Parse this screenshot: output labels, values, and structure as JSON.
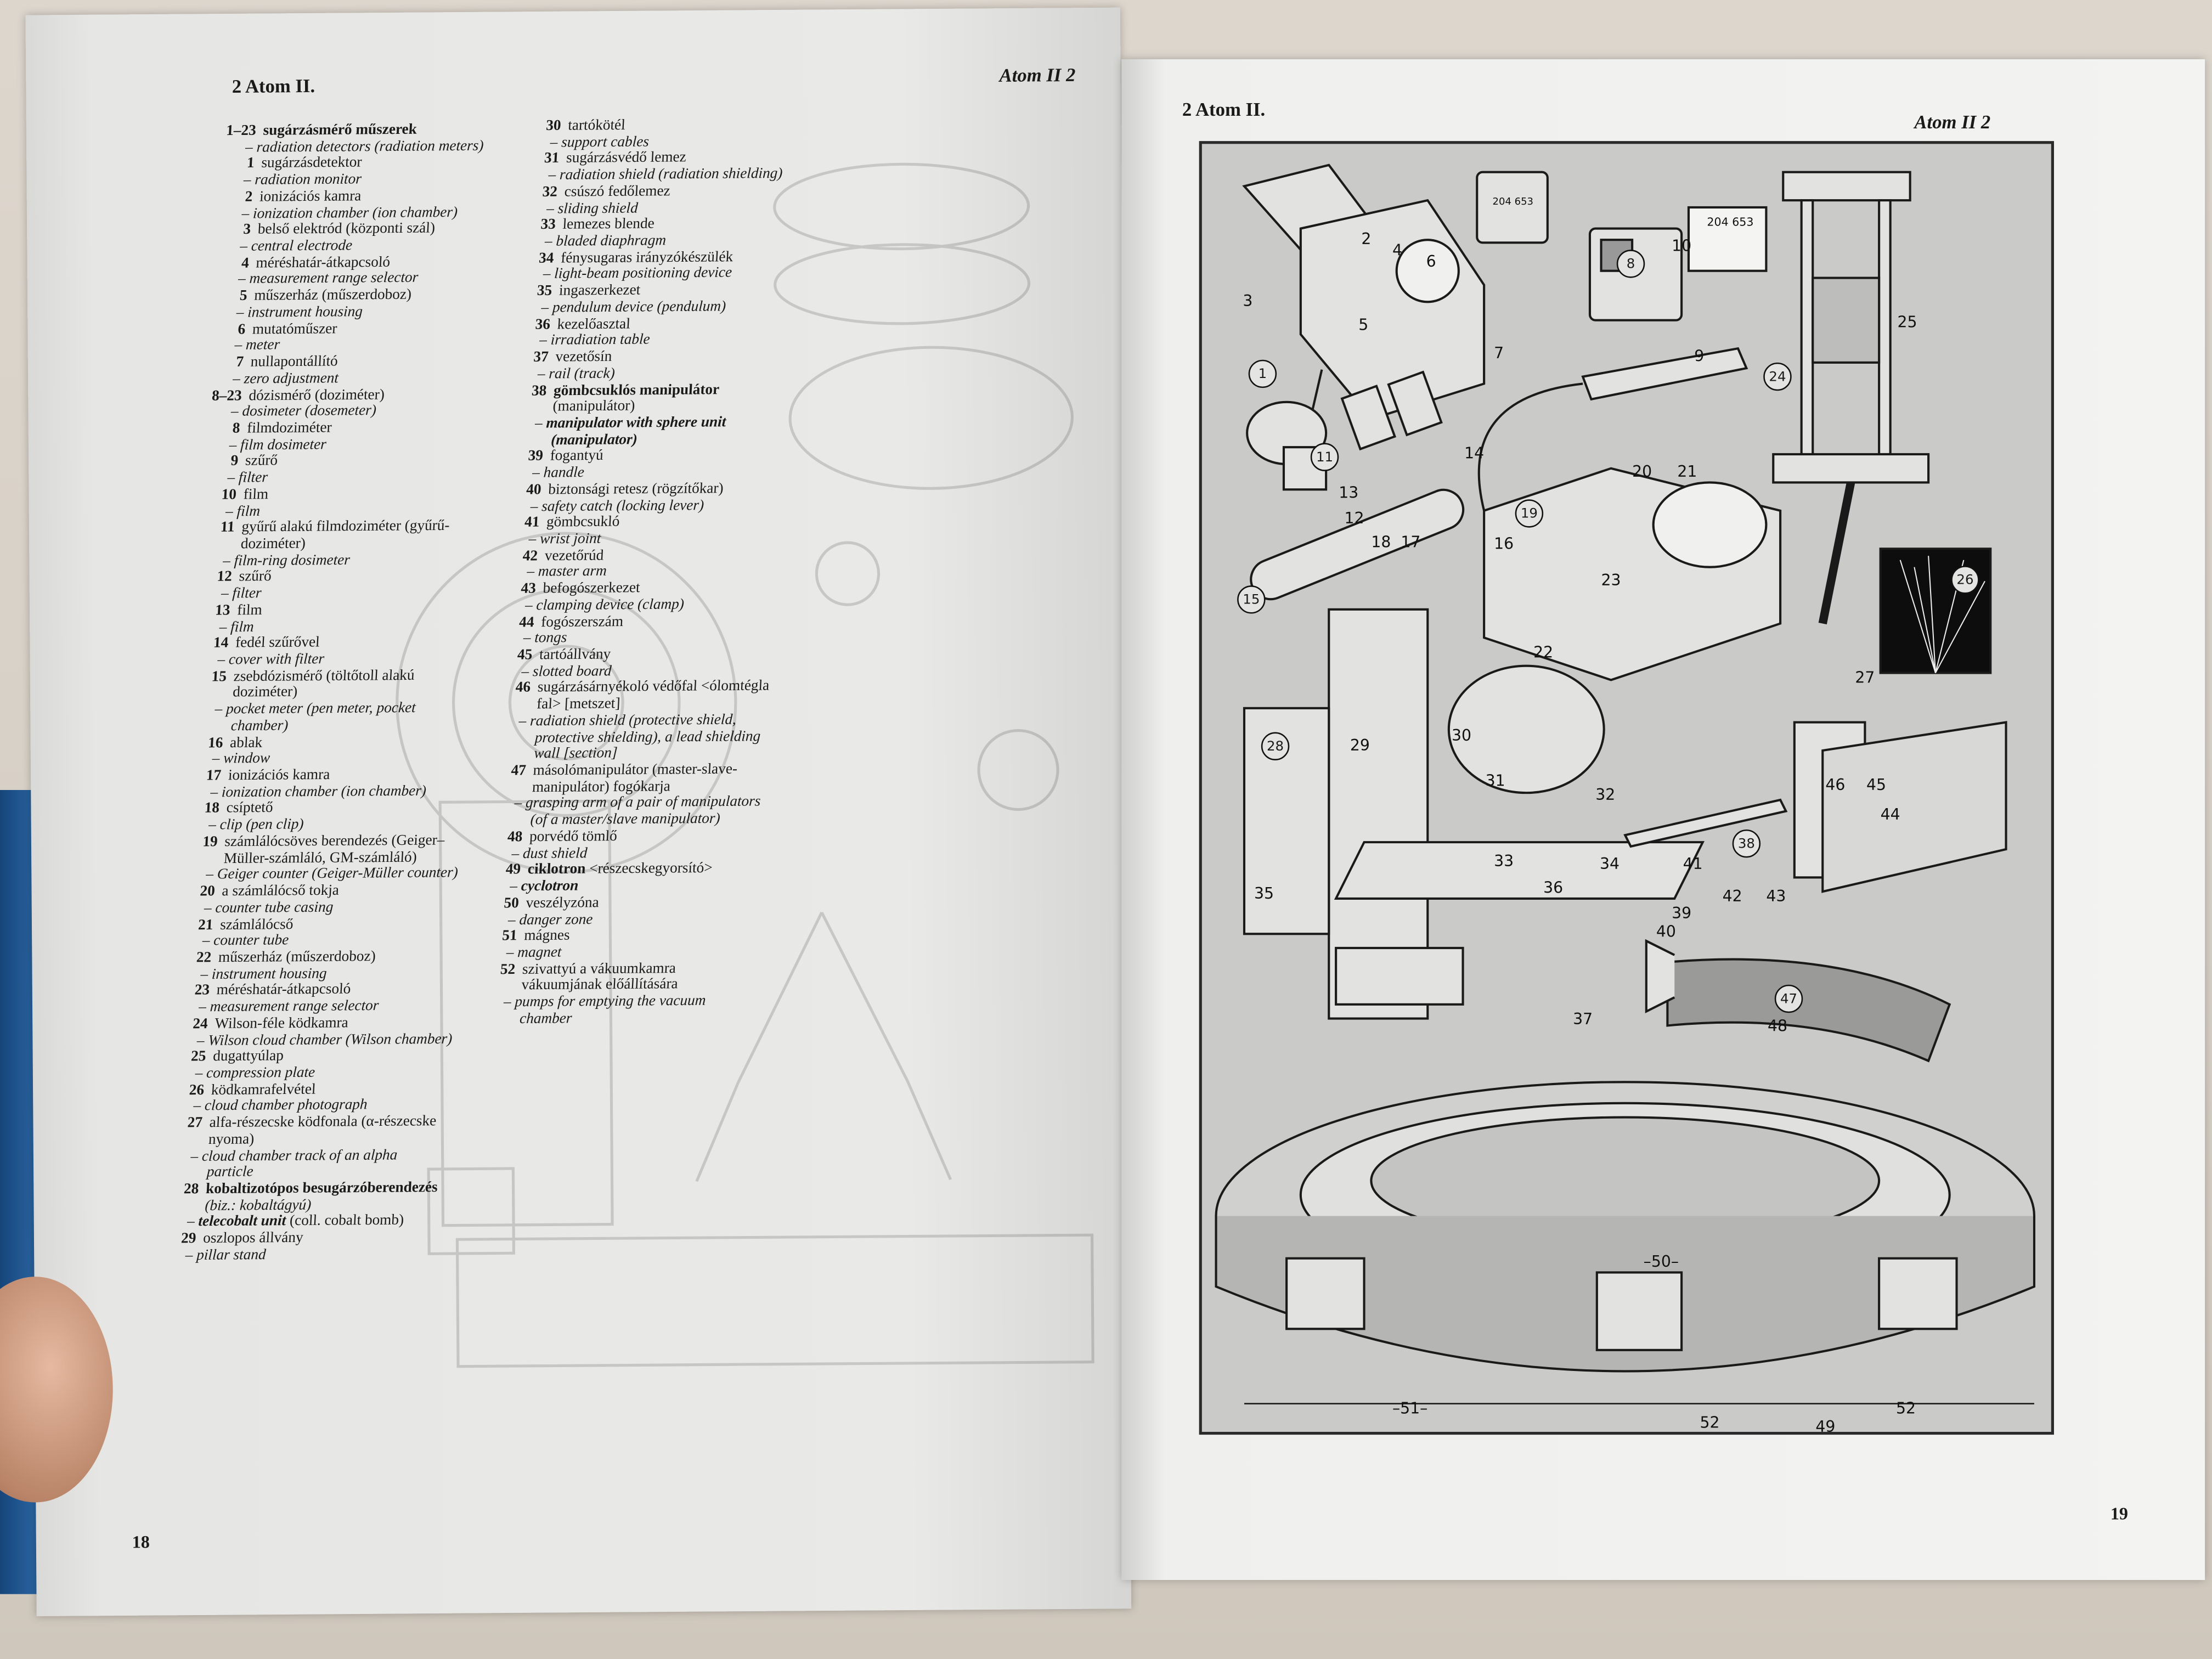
{
  "left_page": {
    "header_left": "2 Atom II.",
    "header_right": "Atom II 2",
    "page_number": "18",
    "column1": [
      {
        "n": "1–23",
        "hu": "sugárzásmérő műszerek",
        "en": "radiation detectors (radiation meters)",
        "bold_hu": true
      },
      {
        "n": "1",
        "hu": "sugárzásdetektor",
        "en": "radiation monitor"
      },
      {
        "n": "2",
        "hu": "ionizációs kamra",
        "en": "ionization chamber (ion chamber)"
      },
      {
        "n": "3",
        "hu": "belső elektród (központi szál)",
        "en": "central electrode"
      },
      {
        "n": "4",
        "hu": "méréshatár-átkapcsoló",
        "en": "measurement range selector"
      },
      {
        "n": "5",
        "hu": "műszerház (műszerdoboz)",
        "en": "instrument housing"
      },
      {
        "n": "6",
        "hu": "mutatóműszer",
        "en": "meter"
      },
      {
        "n": "7",
        "hu": "nullapontállító",
        "en": "zero adjustment"
      },
      {
        "n": "8–23",
        "hu": "dózismérő (doziméter)",
        "en": "dosimeter (dosemeter)"
      },
      {
        "n": "8",
        "hu": "filmdoziméter",
        "en": "film dosimeter"
      },
      {
        "n": "9",
        "hu": "szűrő",
        "en": "filter"
      },
      {
        "n": "10",
        "hu": "film",
        "en": "film"
      },
      {
        "n": "11",
        "hu": "gyűrű alakú filmdoziméter (gyűrű-doziméter)",
        "en": "film-ring dosimeter"
      },
      {
        "n": "12",
        "hu": "szűrő",
        "en": "filter"
      },
      {
        "n": "13",
        "hu": "film",
        "en": "film"
      },
      {
        "n": "14",
        "hu": "fedél szűrővel",
        "en": "cover with filter"
      },
      {
        "n": "15",
        "hu": "zsebdózismérő (töltőtoll alakú doziméter)",
        "en": "pocket meter (pen meter, pocket chamber)"
      },
      {
        "n": "16",
        "hu": "ablak",
        "en": "window"
      },
      {
        "n": "17",
        "hu": "ionizációs kamra",
        "en": "ionization chamber (ion chamber)"
      },
      {
        "n": "18",
        "hu": "csíptető",
        "en": "clip (pen clip)"
      },
      {
        "n": "19",
        "hu": "számlálócsöves berendezés (Geiger–Müller-számláló, GM-számláló)",
        "en": "Geiger counter (Geiger-Müller counter)"
      },
      {
        "n": "20",
        "hu": "a számlálócső tokja",
        "en": "counter tube casing"
      },
      {
        "n": "21",
        "hu": "számlálócső",
        "en": "counter tube"
      },
      {
        "n": "22",
        "hu": "műszerház (műszerdoboz)",
        "en": "instrument housing"
      },
      {
        "n": "23",
        "hu": "méréshatár-átkapcsoló",
        "en": "measurement range selector"
      },
      {
        "n": "24",
        "hu": "Wilson-féle ködkamra",
        "en": "Wilson cloud chamber (Wilson chamber)"
      },
      {
        "n": "25",
        "hu": "dugattyúlap",
        "en": "compression plate"
      },
      {
        "n": "26",
        "hu": "ködkamrafelvétel",
        "en": "cloud chamber photograph"
      },
      {
        "n": "27",
        "hu": "alfa-részecske ködfonala (α-részecske nyoma)",
        "en": "cloud chamber track of an alpha particle"
      },
      {
        "n": "28",
        "hu": "kobaltizotópos besugárzóberendezés",
        "hu_note": "(biz.: kobaltágyú)",
        "en": "telecobalt unit",
        "en_note": "(coll. cobalt bomb)",
        "bold_hu": true,
        "bold_en": true
      },
      {
        "n": "29",
        "hu": "oszlopos állvány",
        "en": "pillar stand"
      }
    ],
    "column2": [
      {
        "n": "30",
        "hu": "tartókötél",
        "en": "support cables"
      },
      {
        "n": "31",
        "hu": "sugárzásvédő lemez",
        "en": "radiation shield (radiation shielding)"
      },
      {
        "n": "32",
        "hu": "csúszó fedőlemez",
        "en": "sliding shield"
      },
      {
        "n": "33",
        "hu": "lemezes blende",
        "en": "bladed diaphragm"
      },
      {
        "n": "34",
        "hu": "fénysugaras irányzókészülék",
        "en": "light-beam positioning device"
      },
      {
        "n": "35",
        "hu": "ingaszerkezet",
        "en": "pendulum device (pendulum)"
      },
      {
        "n": "36",
        "hu": "kezelőasztal",
        "en": "irradiation table"
      },
      {
        "n": "37",
        "hu": "vezetősín",
        "en": "rail (track)"
      },
      {
        "n": "38",
        "hu": "gömbcsuklós manipulátor",
        "hu_note": "(manipulátor)",
        "en": "manipulator with sphere unit",
        "en_note": "(manipulator)",
        "bold_hu": true,
        "bold_en": true
      },
      {
        "n": "39",
        "hu": "fogantyú",
        "en": "handle"
      },
      {
        "n": "40",
        "hu": "biztonsági retesz (rögzítőkar)",
        "en": "safety catch (locking lever)"
      },
      {
        "n": "41",
        "hu": "gömbcsukló",
        "en": "wrist joint"
      },
      {
        "n": "42",
        "hu": "vezetőrúd",
        "en": "master arm"
      },
      {
        "n": "43",
        "hu": "befogószerkezet",
        "en": "clamping device (clamp)"
      },
      {
        "n": "44",
        "hu": "fogószerszám",
        "en": "tongs"
      },
      {
        "n": "45",
        "hu": "tartóállvány",
        "en": "slotted board"
      },
      {
        "n": "46",
        "hu": "sugárzásárnyékoló védőfal <ólomtégla fal> [metszet]",
        "en": "radiation shield (protective shield, protective shielding), a lead shielding wall [section]"
      },
      {
        "n": "47",
        "hu": "másolómanipulátor (master-slave-manipulátor) fogókarja",
        "en": "grasping arm of a pair of manipulators (of a master/slave manipulator)"
      },
      {
        "n": "48",
        "hu": "porvédő tömlő",
        "en": "dust shield"
      },
      {
        "n": "49",
        "hu": "ciklotron",
        "hu_note": "<részecskegyorsító>",
        "en": "cyclotron",
        "bold_hu": true,
        "bold_en": true
      },
      {
        "n": "50",
        "hu": "veszélyzóna",
        "en": "danger zone"
      },
      {
        "n": "51",
        "hu": "mágnes",
        "en": "magnet"
      },
      {
        "n": "52",
        "hu": "szivattyú a vákuumkamra vákuumjának előállítására",
        "en": "pumps for emptying the vacuum chamber"
      }
    ]
  },
  "right_page": {
    "header_left": "2 Atom II.",
    "header_right": "Atom II 2",
    "page_number": "19",
    "figure": {
      "meter_readout_1": "204 653",
      "meter_readout_2": "204 653",
      "labels": [
        "1",
        "2",
        "3",
        "4",
        "5",
        "6",
        "7",
        "8",
        "9",
        "10",
        "11",
        "12",
        "13",
        "14",
        "15",
        "16",
        "17",
        "18",
        "19",
        "20",
        "21",
        "22",
        "23",
        "24",
        "25",
        "26",
        "27",
        "28",
        "29",
        "30",
        "31",
        "32",
        "33",
        "34",
        "35",
        "36",
        "37",
        "38",
        "39",
        "40",
        "41",
        "42",
        "43",
        "44",
        "45",
        "46",
        "47",
        "48",
        "49",
        "–50–",
        "–51–",
        "52",
        "52",
        "52"
      ]
    }
  }
}
